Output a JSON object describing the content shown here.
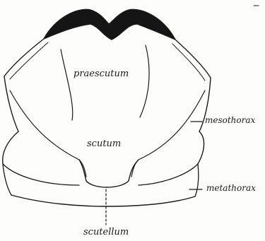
{
  "labels": {
    "praescutum": "praescutum",
    "scutum": "scutum",
    "scutellum": "scutellum",
    "mesothorax": "mesothorax",
    "metathorax": "metathorax"
  },
  "colors": {
    "ink": "#1a1a1a",
    "paper": "#fdfdfc"
  }
}
